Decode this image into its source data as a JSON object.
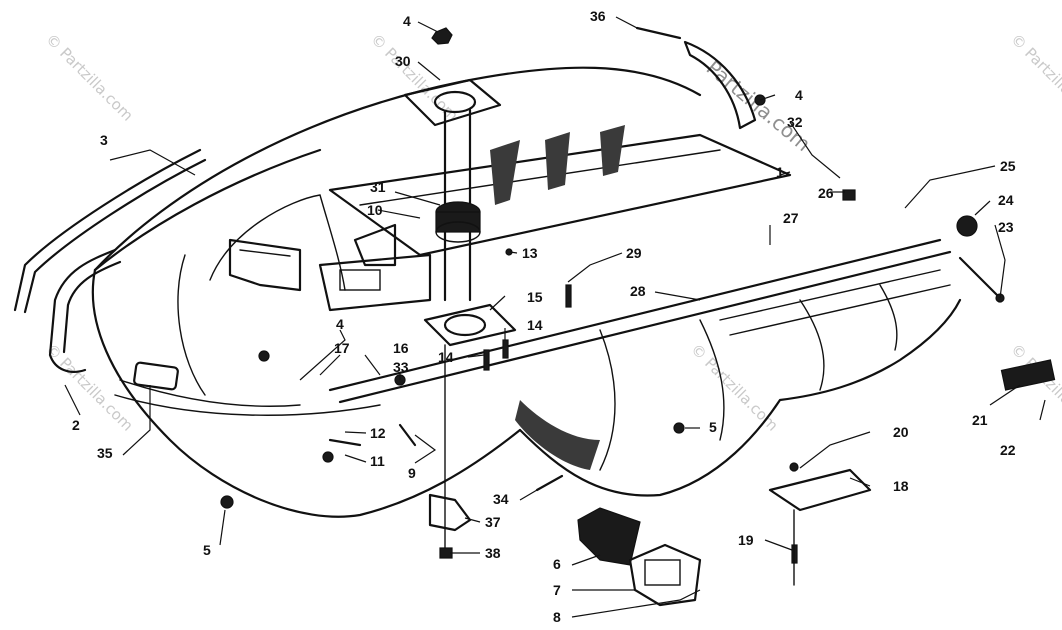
{
  "callouts": [
    {
      "id": "c1",
      "label": "1"
    },
    {
      "id": "c2",
      "label": "2"
    },
    {
      "id": "c3",
      "label": "3"
    },
    {
      "id": "c4a",
      "label": "4"
    },
    {
      "id": "c4b",
      "label": "4"
    },
    {
      "id": "c4c",
      "label": "4"
    },
    {
      "id": "c5a",
      "label": "5"
    },
    {
      "id": "c5b",
      "label": "5"
    },
    {
      "id": "c6",
      "label": "6"
    },
    {
      "id": "c7",
      "label": "7"
    },
    {
      "id": "c8",
      "label": "8"
    },
    {
      "id": "c9",
      "label": "9"
    },
    {
      "id": "c10",
      "label": "10"
    },
    {
      "id": "c11",
      "label": "11"
    },
    {
      "id": "c12",
      "label": "12"
    },
    {
      "id": "c13",
      "label": "13"
    },
    {
      "id": "c14a",
      "label": "14"
    },
    {
      "id": "c14b",
      "label": "14"
    },
    {
      "id": "c15",
      "label": "15"
    },
    {
      "id": "c16",
      "label": "16"
    },
    {
      "id": "c17",
      "label": "17"
    },
    {
      "id": "c18",
      "label": "18"
    },
    {
      "id": "c19",
      "label": "19"
    },
    {
      "id": "c20",
      "label": "20"
    },
    {
      "id": "c21",
      "label": "21"
    },
    {
      "id": "c22",
      "label": "22"
    },
    {
      "id": "c23",
      "label": "23"
    },
    {
      "id": "c24",
      "label": "24"
    },
    {
      "id": "c25",
      "label": "25"
    },
    {
      "id": "c26",
      "label": "26"
    },
    {
      "id": "c27",
      "label": "27"
    },
    {
      "id": "c28",
      "label": "28"
    },
    {
      "id": "c29",
      "label": "29"
    },
    {
      "id": "c30",
      "label": "30"
    },
    {
      "id": "c31",
      "label": "31"
    },
    {
      "id": "c32",
      "label": "32"
    },
    {
      "id": "c33",
      "label": "33"
    },
    {
      "id": "c34",
      "label": "34"
    },
    {
      "id": "c35",
      "label": "35"
    },
    {
      "id": "c36",
      "label": "36"
    },
    {
      "id": "c37",
      "label": "37"
    },
    {
      "id": "c38",
      "label": "38"
    }
  ],
  "watermark": {
    "text": "© Partzilla.com",
    "center_text": "Partzilla.com"
  }
}
